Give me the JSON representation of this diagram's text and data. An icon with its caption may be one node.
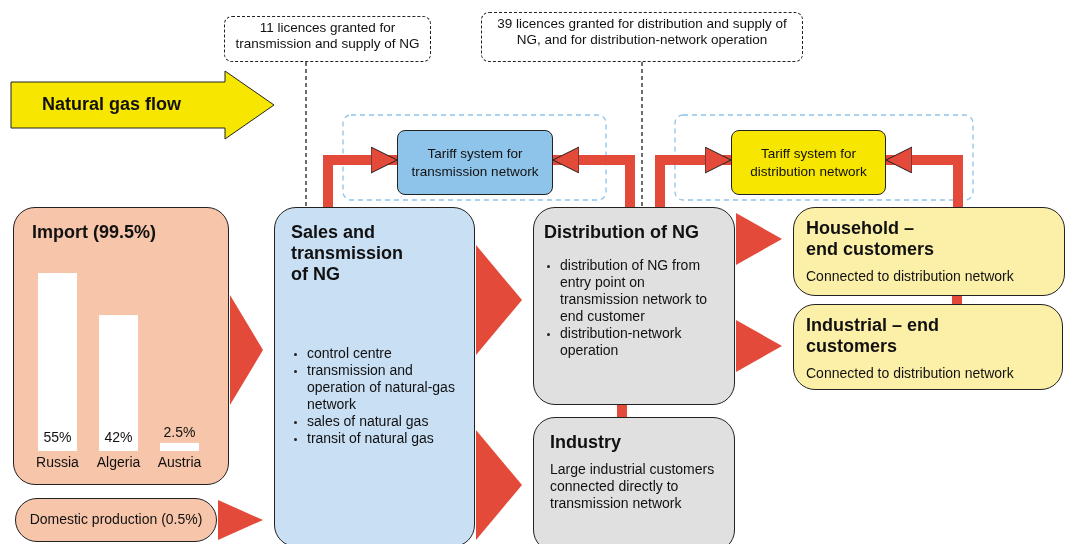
{
  "diagram": {
    "nodes": [
      {
        "text": [
          "Natural gas flow"
        ]
      },
      {
        "text": [
          "11 licences granted for transmission and supply of NG"
        ]
      },
      {
        "text": [
          "39 licences granted for distribution and supply of NG, and for distribution-network operation"
        ]
      },
      {
        "text": [
          "Tariff system for transmission network"
        ]
      },
      {
        "text": [
          "Tariff system for distribution network"
        ]
      },
      {
        "text": [
          "Import (99.5%)"
        ]
      },
      {
        "text": [
          "Domestic production (0.5%)"
        ]
      },
      {
        "text": [
          "Sales and transmission of NG",
          "control centre",
          "transmission and operation of natural-gas network",
          "sales of natural gas",
          "transit of natural gas"
        ]
      },
      {
        "text": [
          "Distribution of NG",
          "distribution of NG from entry point on transmission network to end customer",
          "distribution-network operation"
        ]
      },
      {
        "text": [
          "Industry",
          "Large industrial customers connected directly to transmission network"
        ]
      },
      {
        "text": [
          "Household – end customers",
          "Connected to distribution network"
        ]
      },
      {
        "text": [
          "Industrial – end customers",
          "Connected to distribution network"
        ]
      }
    ],
    "edges": [
      {
        "from": 5,
        "to": 7,
        "arrow": "to"
      },
      {
        "from": 6,
        "to": 7,
        "arrow": "to"
      },
      {
        "from": 7,
        "to": 8,
        "arrow": "to"
      },
      {
        "from": 7,
        "to": 9,
        "arrow": "to"
      },
      {
        "from": 8,
        "to": 10,
        "arrow": "to"
      },
      {
        "from": 8,
        "to": 11,
        "arrow": "to"
      },
      {
        "from": 7,
        "to": 3,
        "arrow": "to"
      },
      {
        "from": 8,
        "to": 3,
        "arrow": "to"
      },
      {
        "from": 8,
        "to": 4,
        "arrow": "to"
      },
      {
        "from": 10,
        "to": 4,
        "arrow": "to"
      },
      {
        "from": 8,
        "to": 9,
        "arrow": "none"
      },
      {
        "from": 10,
        "to": 11,
        "arrow": "none"
      },
      {
        "from": 1,
        "to": 7,
        "arrow": "none",
        "style": "dashed",
        "color": "#222222"
      },
      {
        "from": 2,
        "to": 8,
        "arrow": "none",
        "style": "dashed",
        "color": "#222222"
      }
    ],
    "chart_data": {
      "type": "bar",
      "categories": [
        "Russia",
        "Algeria",
        "Austria"
      ],
      "values": [
        55,
        42,
        2.5
      ],
      "value_labels": [
        "55%",
        "42%",
        "2.5%"
      ]
    }
  }
}
